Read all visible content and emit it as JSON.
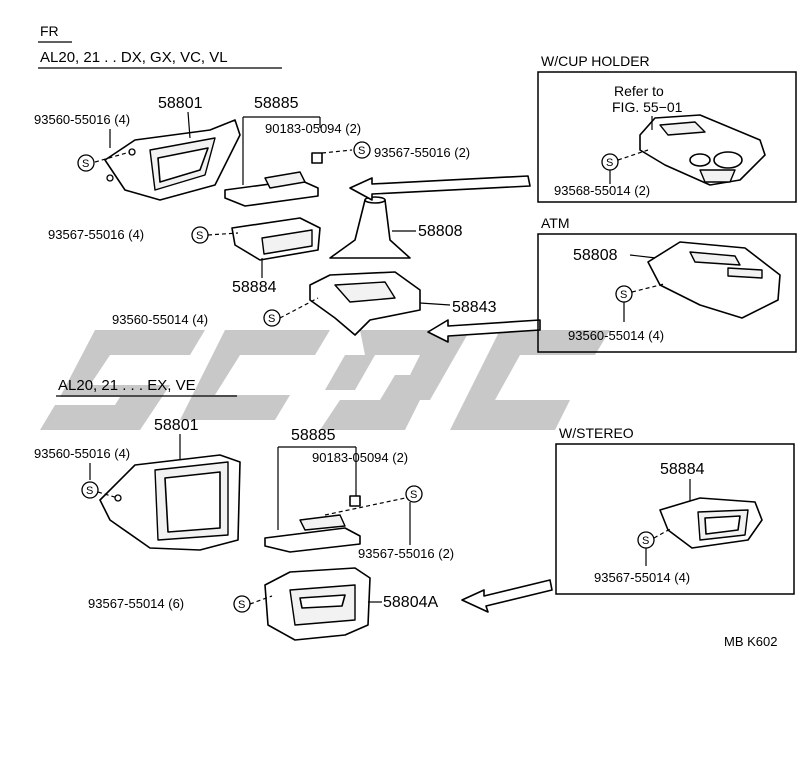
{
  "headers": {
    "fr": "FR",
    "group1": "AL20, 21 . . DX, GX, VC, VL",
    "group2": "AL20, 21 . . . EX, VE"
  },
  "insets": {
    "cup_holder": "W/CUP HOLDER",
    "atm": "ATM",
    "stereo": "W/STEREO"
  },
  "refer": {
    "line1": "Refer to",
    "line2": "FIG. 55−01"
  },
  "symbol": "S",
  "part_numbers": {
    "g1_58801": "58801",
    "g1_58885": "58885",
    "g1_90183": "90183-05094 (2)",
    "g1_93567_right": "93567-55016 (2)",
    "g1_93560_55016": "93560-55016 (4)",
    "g1_93567_left": "93567-55016 (4)",
    "g1_58808": "58808",
    "g1_58884": "58884",
    "g1_58843": "58843",
    "g1_93560_55014": "93560-55014 (4)",
    "cup_93568": "93568-55014 (2)",
    "atm_58808": "58808",
    "atm_93560": "93560-55014 (4)",
    "g2_58801": "58801",
    "g2_93560": "93560-55016 (4)",
    "g2_58885": "58885",
    "g2_90183": "90183-05094 (2)",
    "g2_93567_55016": "93567-55016 (2)",
    "g2_93567_55014": "93567-55014 (6)",
    "g2_58804A": "58804A",
    "st_58884": "58884",
    "st_93567": "93567-55014 (4)"
  },
  "page_code": "MB K602"
}
